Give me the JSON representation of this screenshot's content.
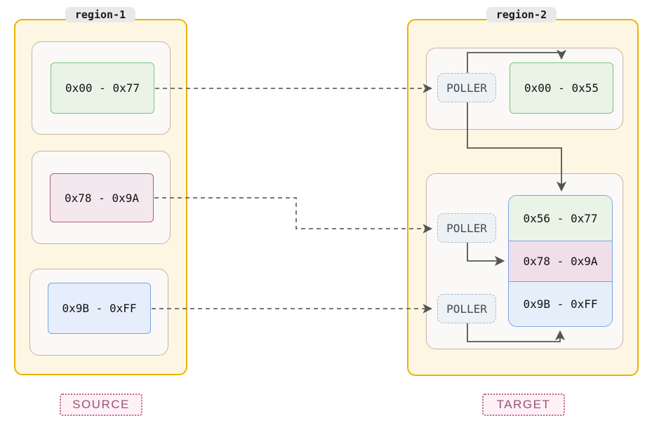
{
  "diagram": {
    "regions": {
      "region1": {
        "title": "region-1",
        "role_label": "SOURCE",
        "blocks": [
          {
            "label": "0x00 - 0x77",
            "color_name": "green"
          },
          {
            "label": "0x78 - 0x9A",
            "color_name": "pink"
          },
          {
            "label": "0x9B - 0xFF",
            "color_name": "blue"
          }
        ]
      },
      "region2": {
        "title": "region-2",
        "role_label": "TARGET",
        "poller_label": "POLLER",
        "standalone_block": {
          "label": "0x00 - 0x55",
          "color_name": "green"
        },
        "stacked_blocks": [
          {
            "label": "0x56 - 0x77",
            "color_name": "green"
          },
          {
            "label": "0x78 - 0x9A",
            "color_name": "pink"
          },
          {
            "label": "0x9B - 0xFF",
            "color_name": "blue"
          }
        ]
      }
    },
    "edges": [
      {
        "from": "region1 0x00 - 0x77",
        "to": "poller-1",
        "style": "dashed"
      },
      {
        "from": "region1 0x78 - 0x9A",
        "to": "poller-2",
        "style": "dashed"
      },
      {
        "from": "region1 0x9B - 0xFF",
        "to": "poller-3",
        "style": "dashed"
      },
      {
        "from": "poller-1",
        "to": "region2 0x00 - 0x55",
        "style": "solid"
      },
      {
        "from": "poller-1",
        "to": "region2 0x56 - 0x77",
        "style": "solid"
      },
      {
        "from": "poller-2",
        "to": "region2 0x78 - 0x9A",
        "style": "solid"
      },
      {
        "from": "poller-3",
        "to": "region2 0x9B - 0xFF",
        "style": "solid"
      }
    ],
    "colors": {
      "region_fill": "#fdf6e2",
      "region_border": "#e9b400",
      "group_fill": "#faf9f7",
      "group_border": "#c9b2a4",
      "green_fill": "#e9f4e6",
      "green_border": "#7cc47e",
      "pink_fill": "#f5e7ee",
      "pink_border": "#b05c78",
      "blue_fill": "#e6eefb",
      "blue_border": "#7aa3e8",
      "poller_fill": "#eef2f5",
      "poller_border": "#a3bad0",
      "title_badge_fill": "#e9e9e9",
      "tag_fill": "#fdf1f6",
      "tag_border": "#c2638f",
      "tag_text": "#9a5175",
      "solid_arrow": "#555555",
      "dashed_arrow": "#666666"
    }
  }
}
